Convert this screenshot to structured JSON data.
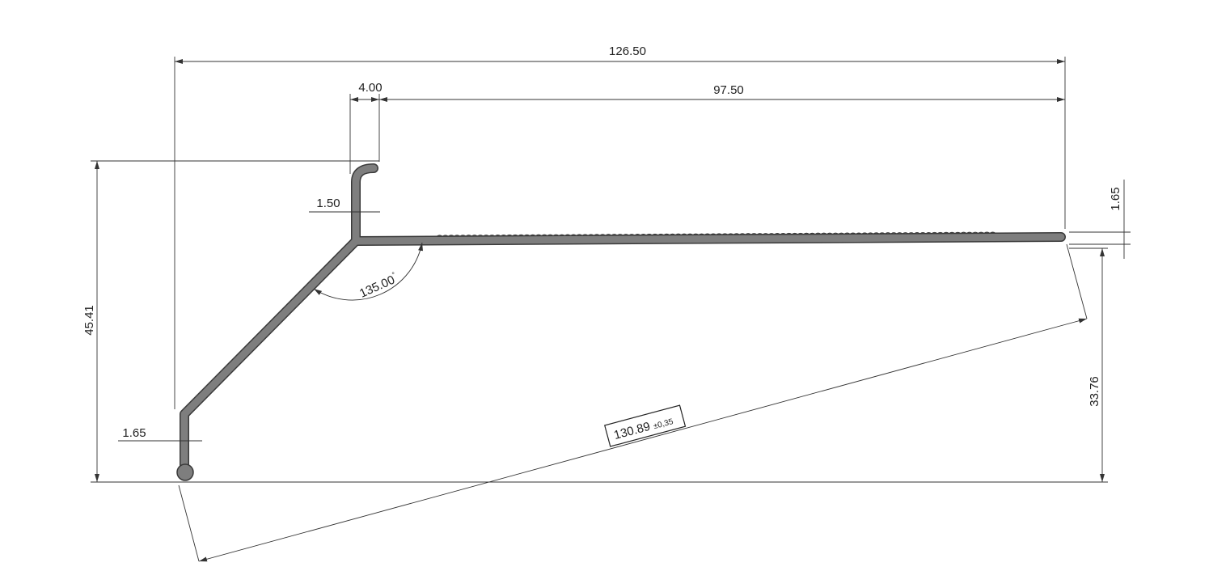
{
  "dimensions": {
    "overall_width": "126.50",
    "lip_width": "4.00",
    "top_span": "97.50",
    "lip_thickness": "1.50",
    "flange_thickness": "1.65",
    "right_thickness": "1.65",
    "overall_height": "45.41",
    "right_height": "33.76",
    "angle": "135.00",
    "angle_unit": "°",
    "diagonal": "130.89",
    "diagonal_tolerance": "±0,35"
  },
  "colors": {
    "profile_fill": "#7e7e7e",
    "profile_outline": "#3a3a3a",
    "dimension_lines": "#333333"
  }
}
